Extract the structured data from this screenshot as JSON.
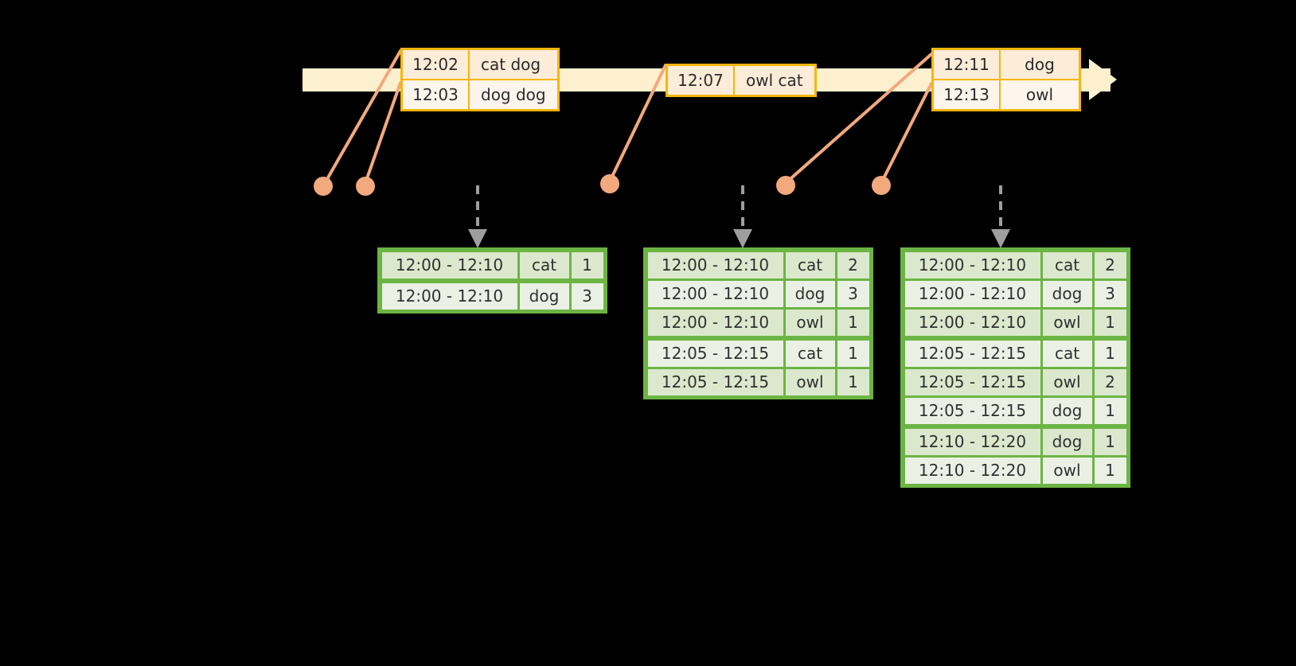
{
  "diagram": {
    "title": "sliding-window-aggregation-diagram",
    "colors": {
      "background": "#000000",
      "timeline_fill": "#fdf0cf",
      "event_border": "#f6b60a",
      "event_fill": "#fdecd7",
      "event_fill_alt": "#fdf5ec",
      "dot": "#f2a97e",
      "connector_line": "#f2a97e",
      "result_border": "#6cb544",
      "result_fill": "#eaf1e4",
      "result_fill_shade": "#dbe8cd",
      "arrow_gray": "#9e9e9e"
    }
  },
  "timeline": {
    "name": "event-timeline",
    "events": [
      {
        "group": 1,
        "rows": [
          {
            "time": "12:02",
            "words": "cat dog"
          },
          {
            "time": "12:03",
            "words": "dog dog"
          }
        ]
      },
      {
        "group": 2,
        "rows": [
          {
            "time": "12:07",
            "words": "owl cat"
          }
        ]
      },
      {
        "group": 3,
        "rows": [
          {
            "time": "12:11",
            "words": "dog"
          },
          {
            "time": "12:13",
            "words": "owl"
          }
        ]
      }
    ]
  },
  "results": [
    {
      "name": "result-table-1",
      "rows": [
        {
          "window": "12:00 - 12:10",
          "key": "cat",
          "count": "1"
        },
        {
          "window": "12:00 - 12:10",
          "key": "dog",
          "count": "3"
        }
      ]
    },
    {
      "name": "result-table-2",
      "rows": [
        {
          "window": "12:00 - 12:10",
          "key": "cat",
          "count": "2"
        },
        {
          "window": "12:00 - 12:10",
          "key": "dog",
          "count": "3"
        },
        {
          "window": "12:00 - 12:10",
          "key": "owl",
          "count": "1"
        },
        {
          "window": "12:05 - 12:15",
          "key": "cat",
          "count": "1"
        },
        {
          "window": "12:05 - 12:15",
          "key": "owl",
          "count": "1"
        }
      ]
    },
    {
      "name": "result-table-3",
      "rows": [
        {
          "window": "12:00 - 12:10",
          "key": "cat",
          "count": "2"
        },
        {
          "window": "12:00 - 12:10",
          "key": "dog",
          "count": "3"
        },
        {
          "window": "12:00 - 12:10",
          "key": "owl",
          "count": "1"
        },
        {
          "window": "12:05 - 12:15",
          "key": "cat",
          "count": "1"
        },
        {
          "window": "12:05 - 12:15",
          "key": "owl",
          "count": "2"
        },
        {
          "window": "12:05 - 12:15",
          "key": "dog",
          "count": "1"
        },
        {
          "window": "12:10 - 12:20",
          "key": "dog",
          "count": "1"
        },
        {
          "window": "12:10 - 12:20",
          "key": "owl",
          "count": "1"
        }
      ]
    }
  ]
}
